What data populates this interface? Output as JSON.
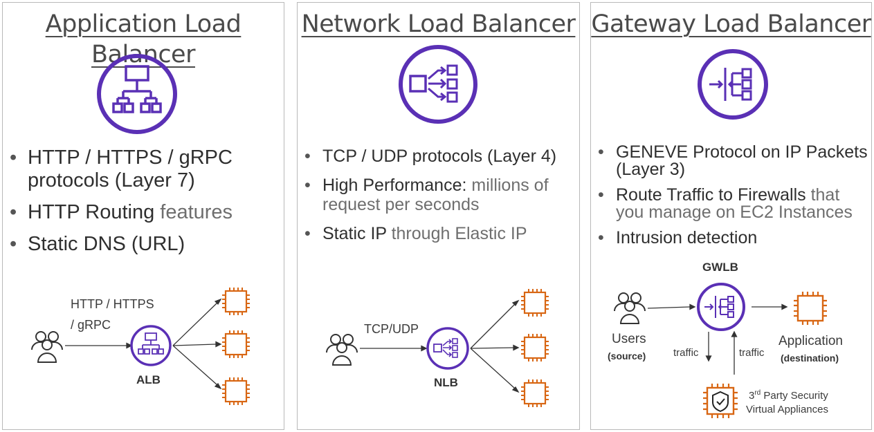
{
  "alb": {
    "title_line1": "Application Load",
    "title_line2": "Balancer",
    "bullets": [
      {
        "strong": "HTTP / HTTPS / gRPC protocols (Layer 7)",
        "light": ""
      },
      {
        "strong": "HTTP Routing",
        "light": " features"
      },
      {
        "strong": "Static DNS (URL)",
        "light": ""
      }
    ],
    "edge_label_line1": "HTTP / HTTPS",
    "edge_label_line2": "/ gRPC",
    "node_label": "ALB"
  },
  "nlb": {
    "title": "Network Load Balancer",
    "bullets": [
      {
        "strong": "TCP / UDP protocols (Layer 4)",
        "light": ""
      },
      {
        "strong": "High Performance:",
        "light": " millions of request per seconds"
      },
      {
        "strong": "Static IP",
        "light": " through Elastic IP"
      }
    ],
    "edge_label": "TCP/UDP",
    "node_label": "NLB"
  },
  "gwlb": {
    "title": "Gateway Load Balancer",
    "bullets": [
      {
        "strong": "GENEVE Protocol on IP Packets (Layer 3)",
        "light": ""
      },
      {
        "strong": "Route Traffic to Firewalls",
        "light": " that you manage on EC2 Instances"
      },
      {
        "strong": "Intrusion detection",
        "light": ""
      }
    ],
    "node_label": "GWLB",
    "users_label": "Users",
    "users_sub": "(source)",
    "app_label": "Application",
    "app_sub": "(destination)",
    "traffic_down": "traffic",
    "traffic_up": "traffic",
    "appliance_line1_pre": "3",
    "appliance_line1_sup": "rd",
    "appliance_line1_post": " Party Security",
    "appliance_line2": "Virtual Appliances"
  },
  "colors": {
    "purple": "#5a30b5",
    "orange": "#d86613",
    "text": "#3b3b3b",
    "border": "#b9b9b9"
  },
  "icons": [
    "users-icon",
    "alb-icon",
    "nlb-icon",
    "gwlb-icon",
    "ec2-instance-icon",
    "security-appliance-icon"
  ]
}
